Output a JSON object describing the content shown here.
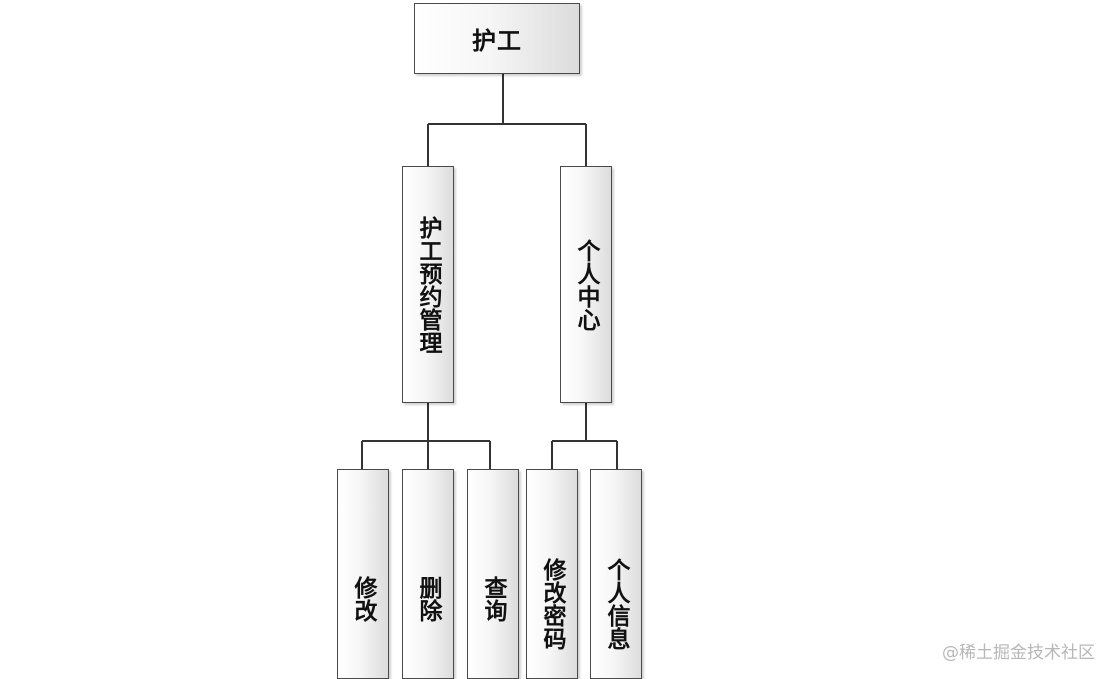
{
  "root": {
    "label": "护工"
  },
  "branches": [
    {
      "label": "护工预约管理",
      "children": [
        {
          "label": "修改"
        },
        {
          "label": "删除"
        },
        {
          "label": "查询"
        }
      ]
    },
    {
      "label": "个人中心",
      "children": [
        {
          "label": "修改密码"
        },
        {
          "label": "个人信息"
        }
      ]
    }
  ],
  "watermark": "@稀土掘金技术社区",
  "colors": {
    "line": "#333333",
    "border": "#4a4a4a",
    "text": "#111111",
    "watermark": "#b7b7b7"
  }
}
